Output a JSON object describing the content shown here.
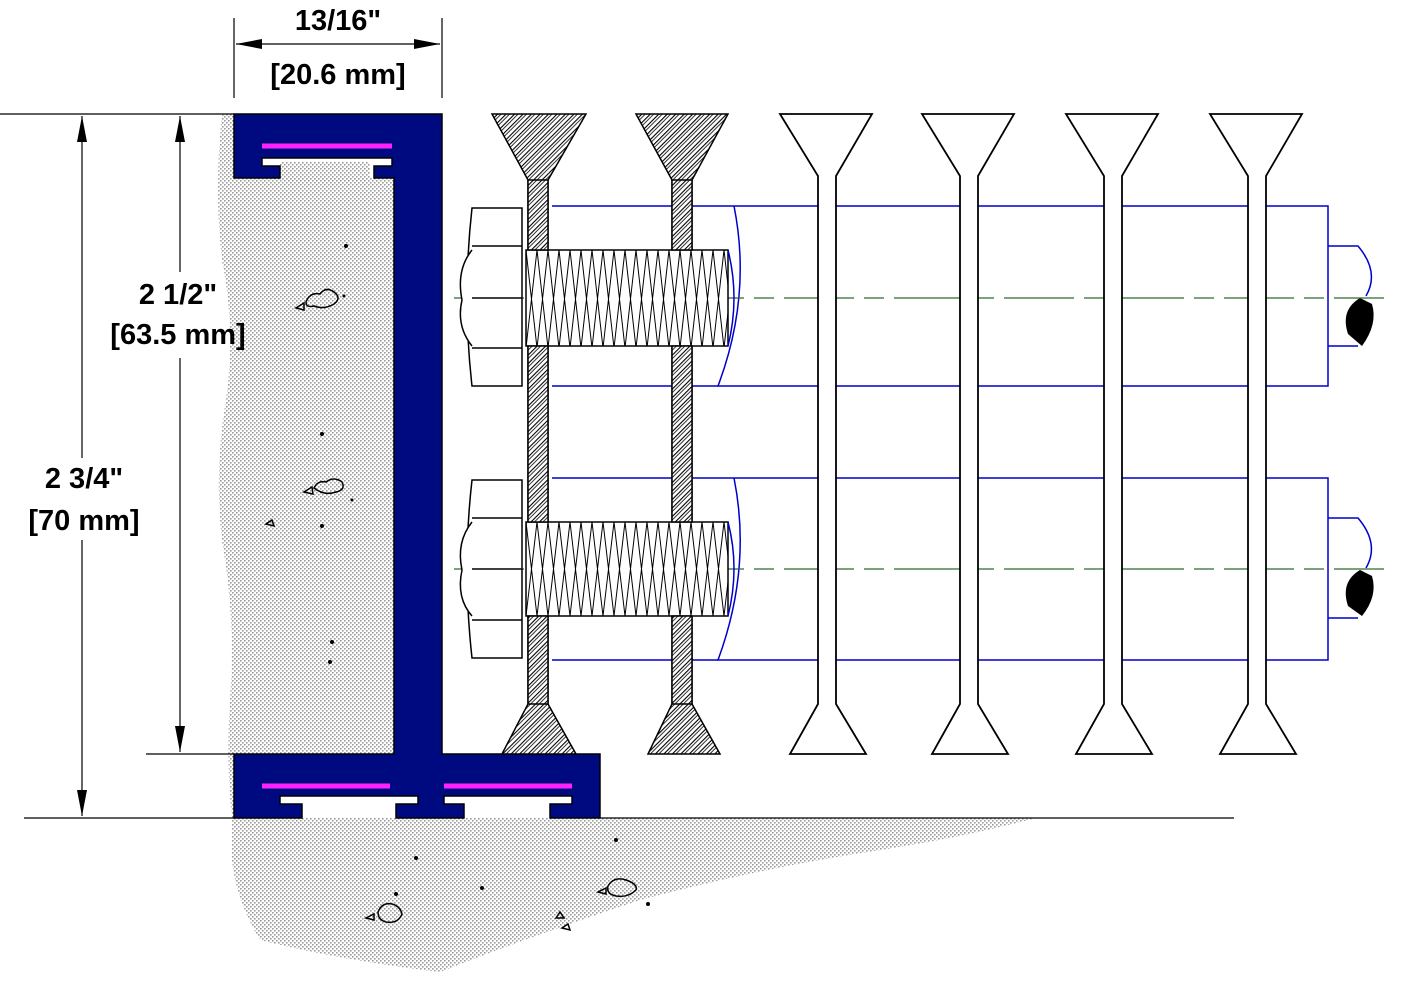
{
  "dimensions": {
    "width_in": "13/16\"",
    "width_mm": "[20.6 mm]",
    "inner_height_in": "2 1/2\"",
    "inner_height_mm": "[63.5 mm]",
    "overall_height_in": "2 3/4\"",
    "overall_height_mm": "[70 mm]"
  },
  "colors": {
    "channel": "#000a80",
    "insert_strip": "#ff22ff",
    "rod_outline": "#0000cc",
    "centerline": "#2e6b2e",
    "concrete_dot": "#9a9a9a",
    "line": "#000000"
  }
}
